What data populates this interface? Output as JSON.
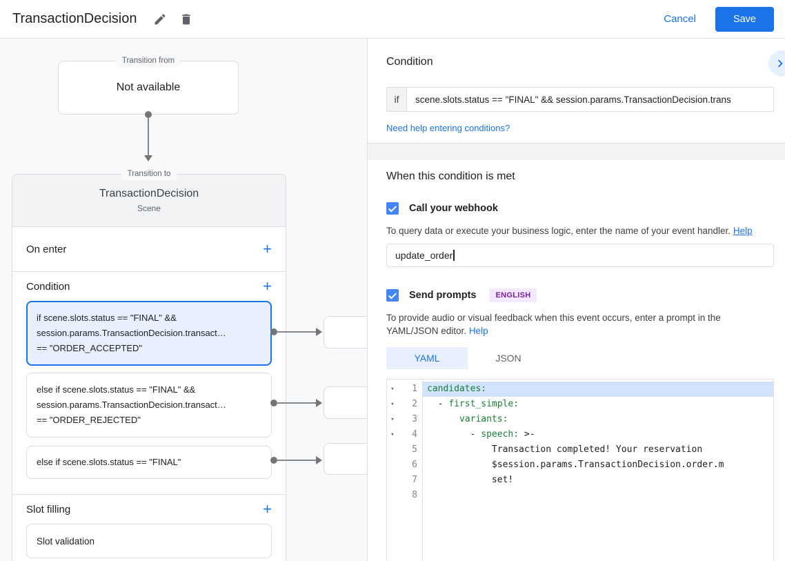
{
  "app_bar": {
    "title": "TransactionDecision",
    "cancel": "Cancel",
    "save": "Save"
  },
  "canvas": {
    "transition_from": {
      "label": "Transition from",
      "content": "Not available"
    },
    "transition_to": {
      "label": "Transition to",
      "title": "TransactionDecision",
      "subtitle": "Scene"
    },
    "sections": {
      "on_enter": "On enter",
      "condition": "Condition",
      "slot_filling": "Slot filling",
      "add": "+"
    },
    "conditions": [
      {
        "text": "if scene.slots.status == \"FINAL\" &&\nsession.params.TransactionDecision.transact…\n== \"ORDER_ACCEPTED\"",
        "selected": true
      },
      {
        "text": "else if scene.slots.status == \"FINAL\" &&\nsession.params.TransactionDecision.transact…\n== \"ORDER_REJECTED\"",
        "selected": false
      },
      {
        "text": "else if scene.slots.status == \"FINAL\"",
        "selected": false
      }
    ],
    "slot_items": [
      {
        "text": "Slot validation"
      }
    ]
  },
  "panel": {
    "title": "Condition",
    "if_label": "if",
    "if_value": "scene.slots.status == \"FINAL\" && session.params.TransactionDecision.trans",
    "help_conditions": "Need help entering conditions?",
    "section_title": "When this condition is met",
    "webhook": {
      "label": "Call your webhook",
      "desc": "To query data or execute your business logic, enter the name of your event handler.",
      "help": "Help",
      "value": "update_order"
    },
    "prompts": {
      "label": "Send prompts",
      "badge": "ENGLISH",
      "desc": "To provide audio or visual feedback when this event occurs, enter a prompt in the YAML/JSON editor.",
      "help": "Help"
    },
    "tabs": [
      {
        "label": "YAML"
      },
      {
        "label": "JSON"
      }
    ],
    "editor": {
      "lines": [
        {
          "n": "1",
          "pre": "",
          "key": "candidates:",
          "rest": ""
        },
        {
          "n": "2",
          "pre": "  - ",
          "key": "first_simple:",
          "rest": ""
        },
        {
          "n": "3",
          "pre": "      ",
          "key": "variants:",
          "rest": ""
        },
        {
          "n": "4",
          "pre": "        - ",
          "key": "speech:",
          "rest": " >-"
        },
        {
          "n": "5",
          "pre": "            ",
          "key": "",
          "rest": "Transaction completed! Your reservation"
        },
        {
          "n": "6",
          "pre": "            ",
          "key": "",
          "rest": "$session.params.TransactionDecision.order.m"
        },
        {
          "n": "7",
          "pre": "            ",
          "key": "",
          "rest": "set!"
        },
        {
          "n": "8",
          "pre": "",
          "key": "",
          "rest": ""
        }
      ]
    }
  },
  "colors": {
    "accent": "#1a73e8",
    "selected_card_bg": "#e8f0fe",
    "checkbox_blue": "#4285f4",
    "badge_bg": "#f3e8fd",
    "badge_text": "#7b1fa2",
    "yaml_key_green": "#188038",
    "active_line_bg": "#d2e3fc",
    "connector_gray": "#757575",
    "canvas_bg": "#f8f9fa",
    "header_gray": "#f1f3f4"
  }
}
